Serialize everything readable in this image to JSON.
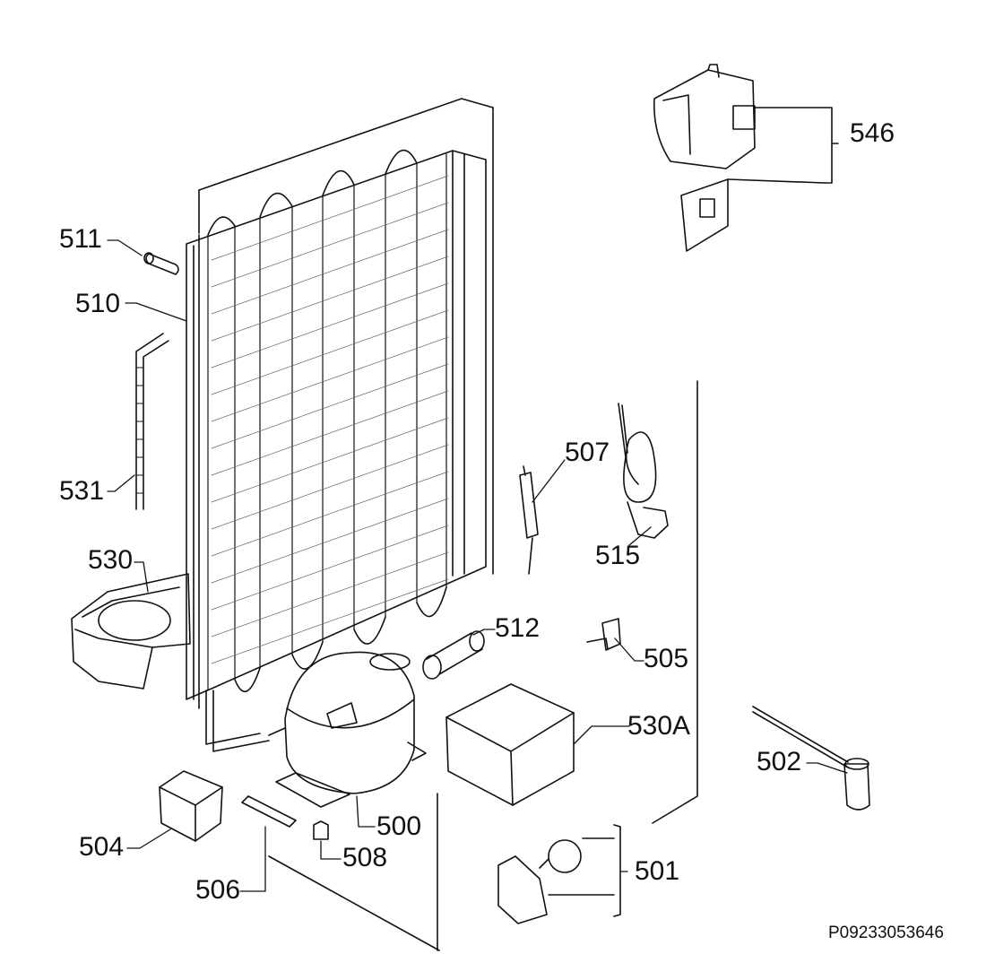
{
  "diagram": {
    "labels": {
      "p546": "546",
      "p511": "511",
      "p510": "510",
      "p531": "531",
      "p530": "530",
      "p507": "507",
      "p515": "515",
      "p512": "512",
      "p505": "505",
      "p530a": "530A",
      "p502": "502",
      "p500": "500",
      "p504": "504",
      "p508": "508",
      "p506": "506",
      "p501": "501"
    },
    "document_id": "P09233053646"
  }
}
